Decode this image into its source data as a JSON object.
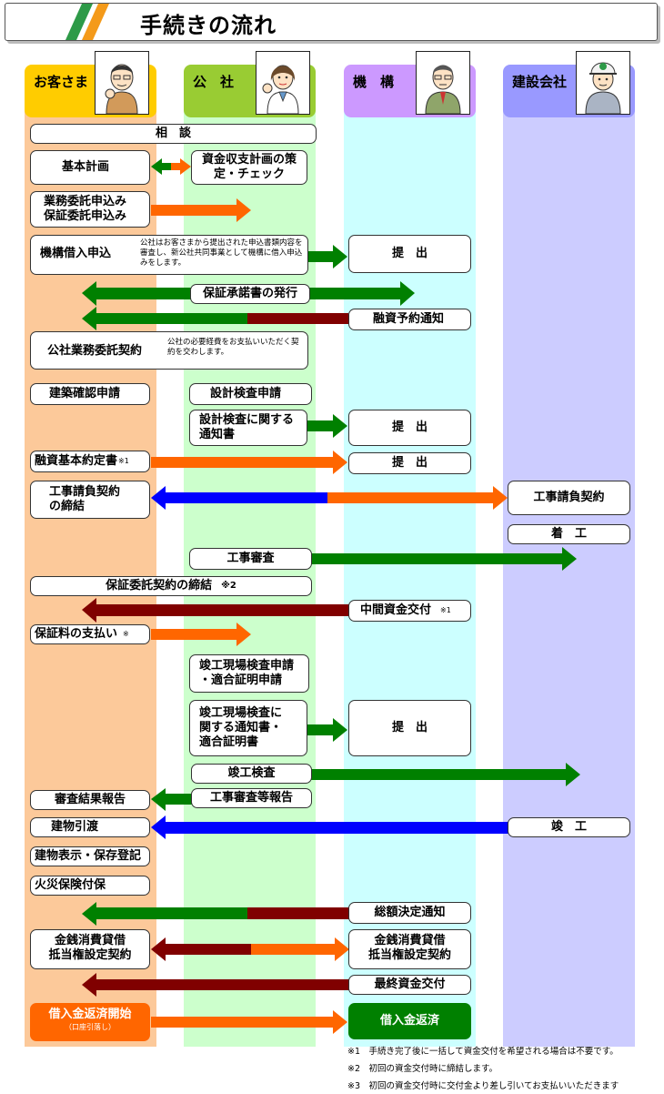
{
  "title": "手続きの流れ",
  "lanes": {
    "customer": "お客さま",
    "corporation": "公　社",
    "organization": "機　構",
    "builder": "建設会社"
  },
  "steps": {
    "consult": "相　談",
    "basic_plan": "基本計画",
    "fund_plan": "資金収支計画の策定・チェック",
    "business_apply": "業務委託申込み",
    "guarantee_apply": "保証委託申込み",
    "loan_apply": "機構借入申込",
    "loan_apply_note": "公社はお客さまから提出された申込書類内容を審査し、新公社共同事業として機構に借入申込みをします。",
    "submit_1": "提　出",
    "guarantee_issue": "保証承諾書の発行",
    "loan_notice": "融資予約通知",
    "business_contract": "公社業務委託契約",
    "business_contract_note": "公社の必要経費をお支払いいただく契約を交わします。",
    "building_confirm": "建築確認申請",
    "design_inspect_apply": "設計検査申請",
    "design_inspect_notice": "設計検査に関する通知書",
    "submit_2": "提　出",
    "loan_basic_contract": "融資基本約定書",
    "mark_1a": "※1",
    "submit_3": "提　出",
    "construction_contract_l1": "工事請負契約",
    "construction_contract_l2": "の締結",
    "construction_contract_builder": "工事請負契約",
    "start_work": "着　工",
    "construction_review": "工事審査",
    "guarantee_contract": "保証委託契約の締結",
    "mark_2": "※2",
    "interim_fund": "中間資金交付",
    "mark_1b": "※1",
    "guarantee_fee": "保証料の支払い",
    "mark_3": "※",
    "completion_apply_l1": "竣工現場検査申請",
    "completion_apply_l2": "・適合証明申請",
    "completion_notice_l1": "竣工現場検査に",
    "completion_notice_l2": "関する通知書・",
    "completion_notice_l3": "適合証明書",
    "submit_4": "提　出",
    "completion_inspect": "竣工検査",
    "review_report": "審査結果報告",
    "construction_review_report": "工事審査等報告",
    "handover": "建物引渡",
    "completion": "竣　工",
    "registration": "建物表示・保存登記",
    "fire_insurance": "火災保険付保",
    "total_amount_notice": "総額決定通知",
    "loan_contract_c_l1": "金銭消費貸借",
    "loan_contract_c_l2": "抵当権設定契約",
    "loan_contract_o_l1": "金銭消費貸借",
    "loan_contract_o_l2": "抵当権設定契約",
    "final_fund": "最終資金交付",
    "repay_start": "借入金返済開始",
    "repay_start_sub": "（口座引落し）",
    "repay": "借入金返済"
  },
  "notes": [
    "※1　手続き完了後に一括して資金交付を希望される場合は不要です。",
    "※2　初回の資金交付時に締結します。",
    "※3　初回の資金交付時に交付金より差し引いてお支払いいただきます"
  ],
  "colors": {
    "customer_lane": "#fcc99a",
    "corporation_lane": "#ccffcc",
    "organization_lane": "#ccffff",
    "builder_lane": "#ccccff",
    "customer_header": "#ffcc00",
    "corporation_header": "#99cc33",
    "organization_header": "#cc99ff",
    "builder_header": "#9999ff",
    "arrow_orange": "#ff6600",
    "arrow_green": "#008000",
    "arrow_maroon": "#800000",
    "arrow_blue": "#0000ff",
    "orange_box": "#ff6600",
    "green_box": "#008000"
  }
}
